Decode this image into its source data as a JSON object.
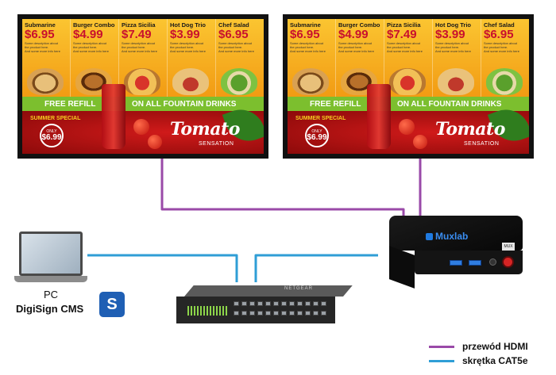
{
  "colors": {
    "hdmi": "#9a4aa8",
    "cat5e": "#2f9ed6",
    "menu_price": "#c8102e",
    "refill_green": "#7cbf2e"
  },
  "menu_items": [
    {
      "name": "Submarine",
      "price": "$6.95",
      "desc1": "Some description about",
      "desc2": "the product here.",
      "desc3": "And some more info here",
      "food": "sub"
    },
    {
      "name": "Burger Combo",
      "price": "$4.99",
      "desc1": "Some description about",
      "desc2": "the product here.",
      "desc3": "And some more info here",
      "food": "burger"
    },
    {
      "name": "Pizza Sicilia",
      "price": "$7.49",
      "desc1": "Some description about",
      "desc2": "the product here.",
      "desc3": "And some more info here",
      "food": "pizza"
    },
    {
      "name": "Hot Dog Trio",
      "price": "$3.99",
      "desc1": "Some description about",
      "desc2": "the product here.",
      "desc3": "And some more info here",
      "food": "hotdog"
    },
    {
      "name": "Chef Salad",
      "price": "$6.95",
      "desc1": "Some description about",
      "desc2": "the product here.",
      "desc3": "And some more info here",
      "food": "salad"
    }
  ],
  "menu": {
    "refill_a": "FREE REFILL",
    "refill_b": "ON ALL FOUNTAIN DRINKS",
    "summer": "SUMMER SPECIAL",
    "only": "ONLY",
    "only_price": "$6.99",
    "promo_title": "Tomato",
    "promo_sub": "SENSATION"
  },
  "pc": {
    "label": "PC",
    "software": "DigiSign CMS",
    "icon": "digisign-app-icon"
  },
  "switch": {
    "brand": "NETGEAR"
  },
  "player": {
    "brand": "Muxlab",
    "sticker": "MUX"
  },
  "legend": [
    {
      "label": "przewód HDMI",
      "color": "#9a4aa8"
    },
    {
      "label": "skrętka CAT5e",
      "color": "#2f9ed6"
    }
  ]
}
